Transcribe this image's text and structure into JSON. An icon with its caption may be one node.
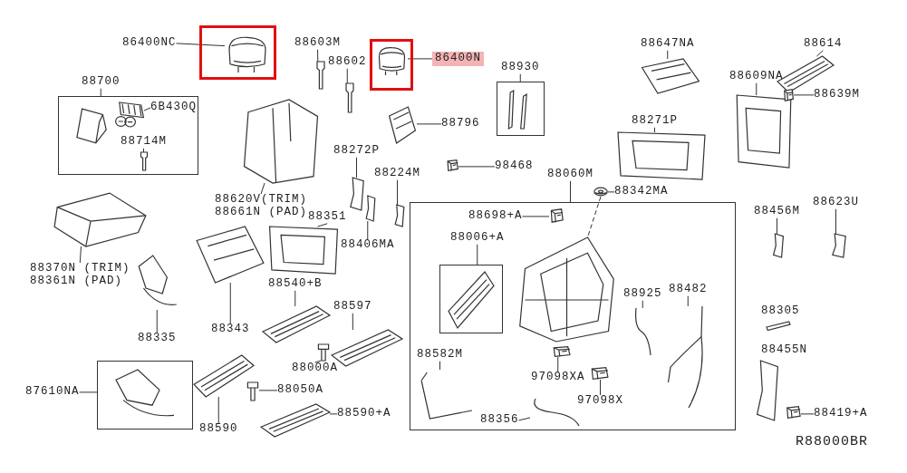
{
  "diagram": {
    "nodes": [
      {
        "text": [],
        "shape": "box"
      },
      {
        "text": [],
        "shape": "picture",
        "in": 0
      },
      {
        "text": [
          "86400NC"
        ]
      },
      {
        "text": [
          "88603M"
        ]
      },
      {
        "text": [],
        "shape": "picture"
      },
      {
        "text": [
          "88602"
        ]
      },
      {
        "text": [],
        "shape": "picture"
      },
      {
        "text": [],
        "shape": "box"
      },
      {
        "text": [],
        "shape": "picture",
        "in": 7
      },
      {
        "text": [
          "86400N"
        ]
      },
      {
        "text": [
          "88647NA"
        ]
      },
      {
        "text": [],
        "shape": "picture"
      },
      {
        "text": [
          "88614"
        ]
      },
      {
        "text": [],
        "shape": "picture"
      },
      {
        "text": [
          "88700"
        ]
      },
      {
        "text": [],
        "shape": "box"
      },
      {
        "text": [],
        "shape": "picture",
        "in": 15
      },
      {
        "text": [
          "6B430Q"
        ],
        "in": 15
      },
      {
        "text": [
          "88714M"
        ],
        "in": 15
      },
      {
        "text": [],
        "shape": "picture",
        "in": 15
      },
      {
        "text": [
          "88930"
        ]
      },
      {
        "text": [],
        "shape": "box"
      },
      {
        "text": [
          "88796"
        ]
      },
      {
        "text": [],
        "shape": "picture"
      },
      {
        "text": [
          "88609NA"
        ]
      },
      {
        "text": [],
        "shape": "picture"
      },
      {
        "text": [
          "88639M"
        ]
      },
      {
        "text": [],
        "shape": "picture"
      },
      {
        "text": [
          "88271P"
        ]
      },
      {
        "text": [],
        "shape": "picture"
      },
      {
        "text": [
          "88272P"
        ]
      },
      {
        "text": [],
        "shape": "picture"
      },
      {
        "text": [
          "88224M"
        ]
      },
      {
        "text": [],
        "shape": "picture"
      },
      {
        "text": [
          "98468"
        ]
      },
      {
        "text": [],
        "shape": "picture"
      },
      {
        "text": [
          "88620V(TRIM)",
          "88661N (PAD)"
        ]
      },
      {
        "text": [],
        "shape": "picture"
      },
      {
        "text": [
          "88060M"
        ]
      },
      {
        "text": [],
        "shape": "box"
      },
      {
        "text": [
          "88342MA"
        ]
      },
      {
        "text": [],
        "shape": "picture"
      },
      {
        "text": [
          "88698+A"
        ],
        "in": 39
      },
      {
        "text": [],
        "shape": "picture",
        "in": 39
      },
      {
        "text": [
          "88006+A"
        ],
        "in": 39
      },
      {
        "text": [],
        "shape": "box",
        "in": 39
      },
      {
        "text": [
          "88925"
        ],
        "in": 39
      },
      {
        "text": [],
        "shape": "picture",
        "in": 39
      },
      {
        "text": [
          "88482"
        ],
        "in": 39
      },
      {
        "text": [],
        "shape": "picture",
        "in": 39
      },
      {
        "text": [
          "88582M"
        ],
        "in": 39
      },
      {
        "text": [],
        "shape": "picture",
        "in": 39
      },
      {
        "text": [
          "97098XA"
        ],
        "in": 39
      },
      {
        "text": [],
        "shape": "picture",
        "in": 39
      },
      {
        "text": [
          "97098X"
        ],
        "in": 39
      },
      {
        "text": [],
        "shape": "picture",
        "in": 39
      },
      {
        "text": [
          "88356"
        ],
        "in": 39
      },
      {
        "text": [],
        "shape": "picture",
        "in": 39
      },
      {
        "text": [
          "88370N (TRIM)",
          "88361N (PAD)"
        ]
      },
      {
        "text": [],
        "shape": "picture"
      },
      {
        "text": [
          "88351"
        ]
      },
      {
        "text": [],
        "shape": "picture"
      },
      {
        "text": [
          "88406MA"
        ]
      },
      {
        "text": [],
        "shape": "picture"
      },
      {
        "text": [
          "88456M"
        ]
      },
      {
        "text": [],
        "shape": "picture"
      },
      {
        "text": [
          "88623U"
        ]
      },
      {
        "text": [],
        "shape": "picture"
      },
      {
        "text": [
          "88343"
        ]
      },
      {
        "text": [],
        "shape": "picture"
      },
      {
        "text": [
          "88540+B"
        ]
      },
      {
        "text": [],
        "shape": "picture"
      },
      {
        "text": [
          "88597"
        ]
      },
      {
        "text": [],
        "shape": "picture"
      },
      {
        "text": [
          "88335"
        ]
      },
      {
        "text": [],
        "shape": "picture"
      },
      {
        "text": [
          "88000A"
        ]
      },
      {
        "text": [],
        "shape": "picture"
      },
      {
        "text": [
          "88050A"
        ]
      },
      {
        "text": [],
        "shape": "picture"
      },
      {
        "text": [
          "87610NA"
        ]
      },
      {
        "text": [],
        "shape": "box"
      },
      {
        "text": [
          "88590"
        ]
      },
      {
        "text": [],
        "shape": "picture"
      },
      {
        "text": [
          "88590+A"
        ]
      },
      {
        "text": [],
        "shape": "picture"
      },
      {
        "text": [
          "88419+A"
        ]
      },
      {
        "text": [],
        "shape": "picture"
      },
      {
        "text": [],
        "shape": "picture",
        "in": 39
      }
    ],
    "edges": [
      {
        "from": 2,
        "to": 1,
        "arrow": "none"
      },
      {
        "from": 3,
        "to": 4,
        "arrow": "none"
      },
      {
        "from": 5,
        "to": 6,
        "arrow": "none"
      },
      {
        "from": 9,
        "to": 8,
        "arrow": "none"
      },
      {
        "from": 10,
        "to": 11,
        "arrow": "none"
      },
      {
        "from": 12,
        "to": 13,
        "arrow": "none"
      },
      {
        "from": 14,
        "to": 15,
        "arrow": "none"
      },
      {
        "from": 17,
        "to": 16,
        "arrow": "none"
      },
      {
        "from": 18,
        "to": 19,
        "arrow": "none"
      },
      {
        "from": 20,
        "to": 21,
        "arrow": "none"
      },
      {
        "from": 22,
        "to": 23,
        "arrow": "none"
      },
      {
        "from": 24,
        "to": 25,
        "arrow": "none"
      },
      {
        "from": 26,
        "to": 27,
        "arrow": "none"
      },
      {
        "from": 28,
        "to": 29,
        "arrow": "none"
      },
      {
        "from": 30,
        "to": 31,
        "arrow": "none"
      },
      {
        "from": 32,
        "to": 33,
        "arrow": "none"
      },
      {
        "from": 34,
        "to": 35,
        "arrow": "none"
      },
      {
        "from": 36,
        "to": 37,
        "arrow": "none"
      },
      {
        "from": 38,
        "to": 39,
        "arrow": "none"
      },
      {
        "from": 40,
        "to": 41,
        "arrow": "none"
      },
      {
        "from": 42,
        "to": 43,
        "arrow": "none"
      },
      {
        "from": 44,
        "to": 45,
        "arrow": "none"
      },
      {
        "from": 46,
        "to": 47,
        "arrow": "none"
      },
      {
        "from": 48,
        "to": 49,
        "arrow": "none"
      },
      {
        "from": 50,
        "to": 51,
        "arrow": "none"
      },
      {
        "from": 52,
        "to": 53,
        "arrow": "none"
      },
      {
        "from": 54,
        "to": 55,
        "arrow": "none"
      },
      {
        "from": 56,
        "to": 57,
        "arrow": "none"
      },
      {
        "from": 58,
        "to": 59,
        "arrow": "none"
      },
      {
        "from": 60,
        "to": 61,
        "arrow": "none"
      },
      {
        "from": 62,
        "to": 63,
        "arrow": "none"
      },
      {
        "from": 64,
        "to": 65,
        "arrow": "none"
      },
      {
        "from": 66,
        "to": 67,
        "arrow": "none"
      },
      {
        "from": 68,
        "to": 69,
        "arrow": "none"
      },
      {
        "from": 70,
        "to": 71,
        "arrow": "none"
      },
      {
        "from": 72,
        "to": 73,
        "arrow": "none"
      },
      {
        "from": 74,
        "to": 75,
        "arrow": "none"
      },
      {
        "from": 76,
        "to": 77,
        "arrow": "none"
      },
      {
        "from": 78,
        "to": 79,
        "arrow": "none"
      },
      {
        "from": 80,
        "to": 81,
        "arrow": "none"
      },
      {
        "from": 82,
        "to": 83,
        "arrow": "none"
      },
      {
        "from": 84,
        "to": 85,
        "arrow": "none"
      },
      {
        "from": 86,
        "to": 87,
        "arrow": "none"
      },
      {
        "from": 41,
        "to": 88,
        "arrow": "none",
        "style": "dashed"
      }
    ],
    "labels": [
      "88305",
      "88455N",
      "R88000BR"
    ]
  }
}
